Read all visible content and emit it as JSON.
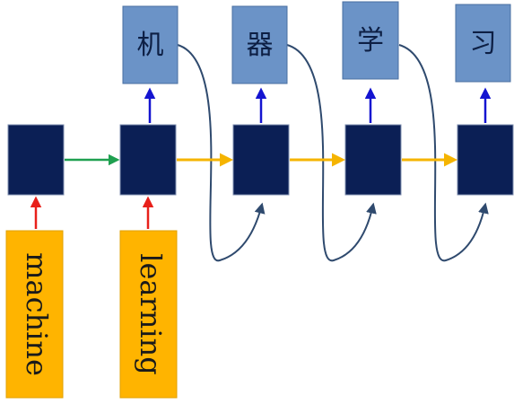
{
  "inputs": [
    {
      "word": "machine"
    },
    {
      "word": "learning"
    }
  ],
  "outputs": [
    {
      "char": "机"
    },
    {
      "char": "器"
    },
    {
      "char": "学"
    },
    {
      "char": "习"
    }
  ],
  "colors": {
    "cell": "#0b1f55",
    "output_box": "#6b93c7",
    "input_box": "#ffb400",
    "arrow_input": "#e8201a",
    "arrow_encoder": "#1fa050",
    "arrow_decoder": "#f5b400",
    "arrow_output": "#1414d0",
    "feedback_curve": "#2f4a6e"
  }
}
